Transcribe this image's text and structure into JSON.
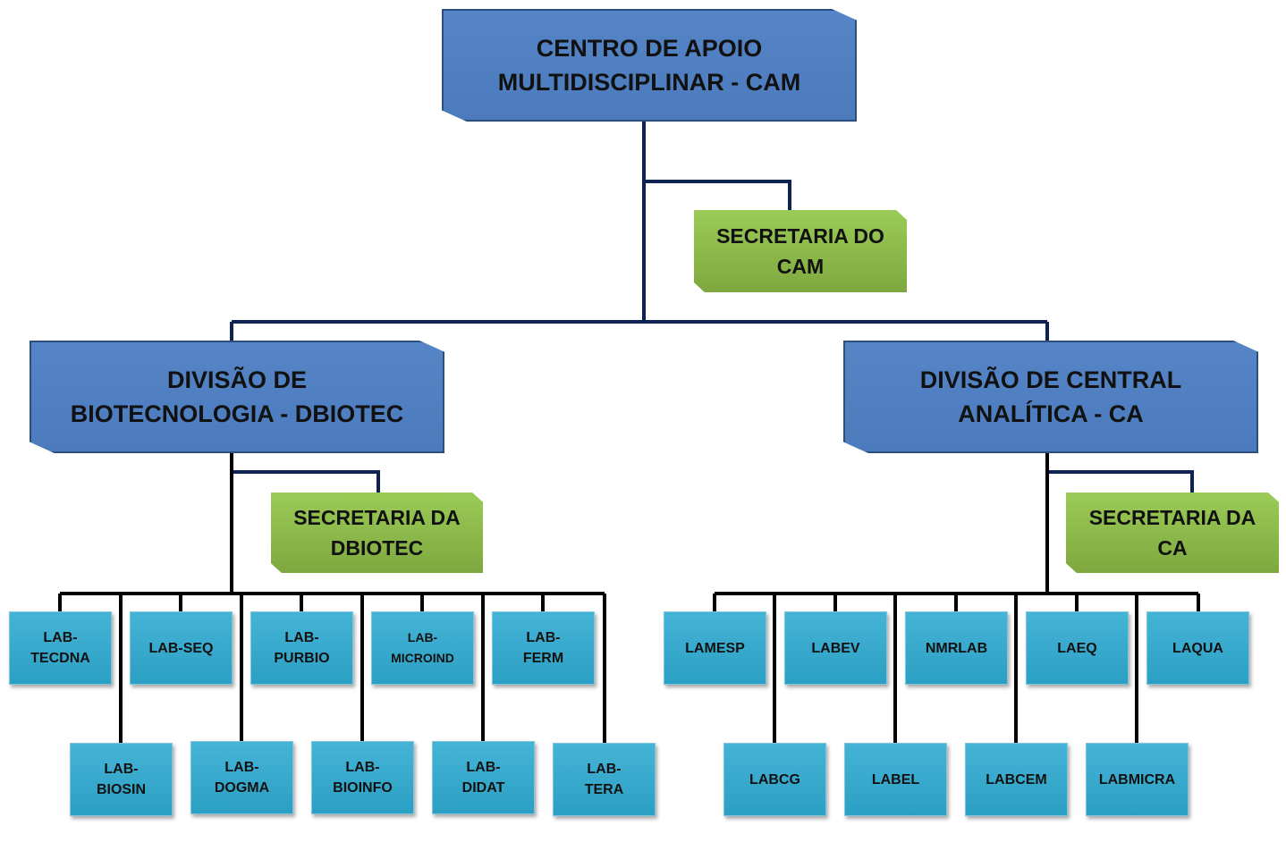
{
  "root": {
    "line1": "CENTRO DE APOIO",
    "line2": "MULTIDISCIPLINAR - CAM"
  },
  "root_secretary": {
    "line1": "SECRETARIA DO",
    "line2": "CAM"
  },
  "div_left": {
    "line1": "DIVISÃO DE",
    "line2": "BIOTECNOLOGIA - DBIOTEC",
    "secretary": {
      "line1": "SECRETARIA DA",
      "line2": "DBIOTEC"
    },
    "labs_top": [
      {
        "l1": "LAB-",
        "l2": "TECDNA"
      },
      {
        "l1": "LAB-SEQ",
        "l2": ""
      },
      {
        "l1": "LAB-",
        "l2": "PURBIO"
      },
      {
        "l1": "LAB-",
        "l2": "MICROIND"
      },
      {
        "l1": "LAB-",
        "l2": "FERM"
      }
    ],
    "labs_bottom": [
      {
        "l1": "LAB-",
        "l2": "BIOSIN"
      },
      {
        "l1": "LAB-",
        "l2": "DOGMA"
      },
      {
        "l1": "LAB-",
        "l2": "BIOINFO"
      },
      {
        "l1": "LAB-",
        "l2": "DIDAT"
      },
      {
        "l1": "LAB-",
        "l2": "TERA"
      }
    ]
  },
  "div_right": {
    "line1": "DIVISÃO DE CENTRAL",
    "line2": "ANALÍTICA - CA",
    "secretary": {
      "line1": "SECRETARIA DA",
      "line2": "CA"
    },
    "labs_top": [
      {
        "l1": "LAMESP",
        "l2": ""
      },
      {
        "l1": "LABEV",
        "l2": ""
      },
      {
        "l1": "NMRLAB",
        "l2": ""
      },
      {
        "l1": "LAEQ",
        "l2": ""
      },
      {
        "l1": "LAQUA",
        "l2": ""
      }
    ],
    "labs_bottom": [
      {
        "l1": "LABCG",
        "l2": ""
      },
      {
        "l1": "LABEL",
        "l2": ""
      },
      {
        "l1": "LABCEM",
        "l2": ""
      },
      {
        "l1": "LABMICRA",
        "l2": ""
      }
    ]
  },
  "colors": {
    "division": "#4f81bd",
    "secretary": "#8cba4a",
    "lab": "#31a8cc",
    "connector_dark": "#0b1d4d",
    "connector_black": "#000000"
  }
}
